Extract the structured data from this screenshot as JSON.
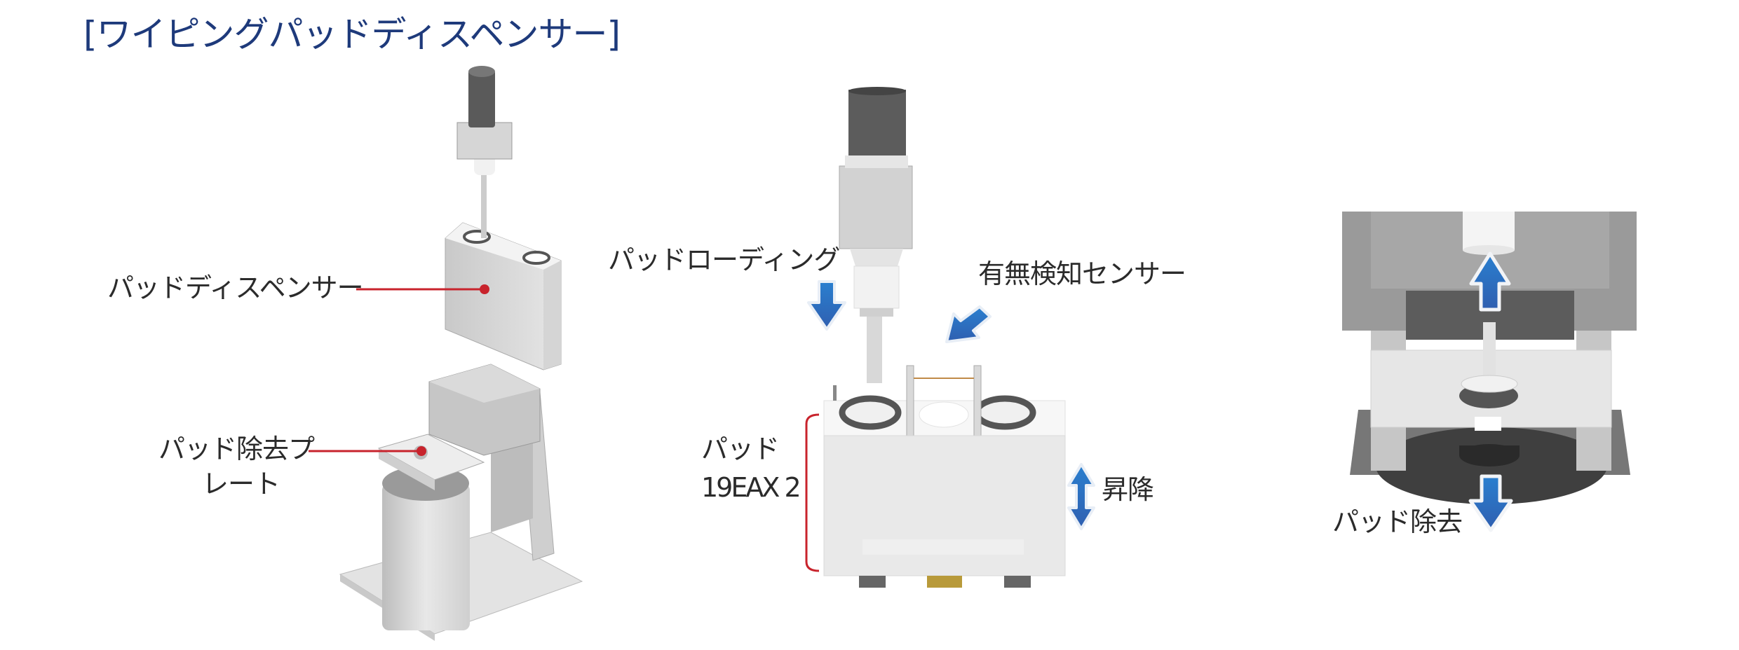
{
  "title": "[ワイピングパッドディスペンサー]",
  "colors": {
    "title": "#1e3a7b",
    "callout": "#c8232c",
    "arrow": "#2e6fbf"
  },
  "left_view": {
    "labels": {
      "dispenser": "パッドディスペンサー",
      "removal_plate_line1": "パッド除去プ",
      "removal_plate_line2": "レート"
    }
  },
  "center_view": {
    "labels": {
      "pad_loading": "パッドローディング",
      "presence_sensor": "有無検知センサー",
      "pad_line1": "パッド",
      "pad_line2": "19EAX 2",
      "lift": "昇降"
    }
  },
  "right_view": {
    "labels": {
      "pad_removal": "パッド除去"
    }
  }
}
